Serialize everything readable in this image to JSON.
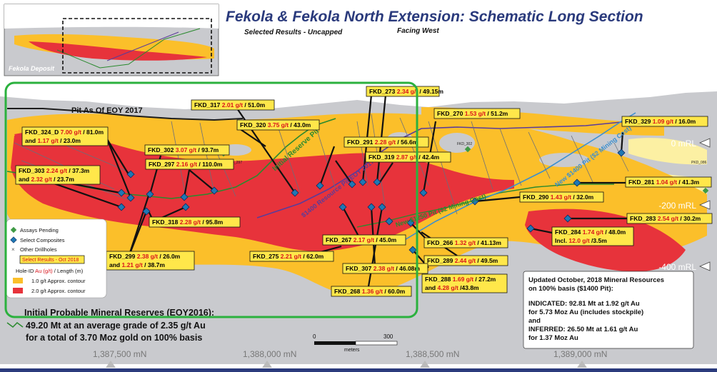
{
  "title": "Fekola & Fekola North Extension: Schematic Long Section",
  "subtitle": "Selected Results - Uncapped",
  "facing": "Facing West",
  "inset_label": "Fekola Deposit",
  "colors": {
    "sky": "#ffffff",
    "ground": "#c9cace",
    "contour_1g": "#fbbf2a",
    "contour_2g": "#e7333b",
    "pale_zone": "#fcf0a3",
    "select_composite": "#1f78b4",
    "assay_pending": "#3f9a45",
    "box_fill": "#ffe74a",
    "grade_red": "#d8141b",
    "highlight_green": "#2bb13e",
    "bottom_bar": "#2a3a7c"
  },
  "mrl_labels": [
    "0 mRL",
    "-200 mRL",
    "-400 mRL"
  ],
  "northings": [
    "1,387,500 mN",
    "1,388,000 mN",
    "1,388,500 mN",
    "1,389,000 mN"
  ],
  "scale": {
    "start": "0",
    "end": "300",
    "unit": "meters"
  },
  "pit_labels": {
    "pit_eoy": "Pit As Of EOY 2017",
    "initial_reserve_pit": "Initial Reserve Pit",
    "resource_pit": "$1400 Resource Pit EOY 2017",
    "new_1250": "New $1250 Pit ($2 Mining Cost)",
    "new_1400": "New $1400 Pit ($2 Mining Cost)"
  },
  "small_hole_labels": [
    "FKD_302",
    "FKD_297",
    "PKD_086"
  ],
  "holes": [
    {
      "id": "FKD_273 ",
      "grade": "2.34 g/t",
      "rest": " / 49.15m"
    },
    {
      "id": "FKD_317 ",
      "grade": "2.01 g/t",
      "rest": " / 51.0m"
    },
    {
      "id": "FKD_270 ",
      "grade": "1.53 g/t",
      "rest": " / 51.2m"
    },
    {
      "id": "FKD_320 ",
      "grade": "3.75 g/t",
      "rest": " / 43.0m"
    },
    {
      "id": "FKD_329 ",
      "grade": "1.09 g/t",
      "rest": " / 16.0m"
    },
    {
      "id": "FKD_324_D ",
      "grade": "7.00 g/t",
      "rest": " / 81.0m",
      "l2_pre": "and ",
      "l2_grade": "1.17 g/t",
      "l2_rest": " / 23.0m"
    },
    {
      "id": "FKD_291 ",
      "grade": "2.28 g/t",
      "rest": " / 56.6m"
    },
    {
      "id": "FKD_302 ",
      "grade": "3.07 g/t",
      "rest": " / 93.7m"
    },
    {
      "id": "FKD_319 ",
      "grade": "2.87 g/t",
      "rest": " / 42.4m"
    },
    {
      "id": "FKD_297 ",
      "grade": "2.16 g/t",
      "rest": " / 110.0m"
    },
    {
      "id": "FKD_303 ",
      "grade": "2.24 g/t",
      "rest": " / 37.3m",
      "l2_pre": "and ",
      "l2_grade": "2.32 g/t",
      "l2_rest": " / 23.7m"
    },
    {
      "id": "FKD_281 ",
      "grade": "1.04 g/t",
      "rest": " / 41.3m"
    },
    {
      "id": "FKD_290 ",
      "grade": "1.43 g/t",
      "rest": " / 32.0m"
    },
    {
      "id": "FKD_283 ",
      "grade": "2.54 g/t",
      "rest": " / 30.2m"
    },
    {
      "id": "FKD_318 ",
      "grade": "2.28 g/t",
      "rest": " / 95.8m"
    },
    {
      "id": "FKD_284 ",
      "grade": "1.74 g/t",
      "rest": " / 48.0m",
      "l2_pre": "Incl. ",
      "l2_grade": "12.0 g/t",
      "l2_rest": " /3.5m"
    },
    {
      "id": "FKD_266 ",
      "grade": "1.32 g/t",
      "rest": " / 41.13m"
    },
    {
      "id": "FKD_267 ",
      "grade": "2.17 g/t",
      "rest": " / 45.0m"
    },
    {
      "id": "FKD_299 ",
      "grade": "2.38 g/t",
      "rest": " / 26.0m",
      "l2_pre": "and ",
      "l2_grade": "1.21 g/t",
      "l2_rest": " / 38.7m"
    },
    {
      "id": "FKD_275 ",
      "grade": "2.21 g/t",
      "rest": " / 62.0m"
    },
    {
      "id": "FKD_289 ",
      "grade": "2.44 g/t",
      "rest": " / 49.5m"
    },
    {
      "id": "FKD_307 ",
      "grade": "2.38 g/t",
      "rest": " / 46.08m"
    },
    {
      "id": "FKD_288 ",
      "grade": "1.69 g/t",
      "rest": " / 27.2m",
      "l2_pre": "and ",
      "l2_grade": "4.28 g/t",
      "l2_rest": " /43.8m"
    },
    {
      "id": "FKD_268 ",
      "grade": "1.36 g/t",
      "rest": " / 60.0m"
    }
  ],
  "legend": {
    "assays_pending": "Assays Pending",
    "select_composites": "Select Composites",
    "other_drillholes": "Other Drillholes",
    "select_results": "Select Results - Oct 2018",
    "holeid_pre": "Hole-ID ",
    "holeid_au": "Au (g/t)",
    "holeid_post": " / Length (m)",
    "contour_1": "1.0 g/t Approx. contour",
    "contour_2": "2.0 g/t Approx. contour"
  },
  "reserves": {
    "title": "Initial Probable Mineral Reserves (EOY2016):",
    "line1": "49.20 Mt at an average grade of 2.35 g/t Au",
    "line2": "for a total of 3.70 Moz gold on 100% basis"
  },
  "update_box": {
    "l1": "Updated October, 2018 Mineral Resources",
    "l2": "on 100% basis ($1400 Pit):",
    "l3": "INDICATED: 92.81 Mt at 1.92 g/t Au",
    "l4": "for 5.73 Moz Au (includes stockpile)",
    "l5": "and",
    "l6": "INFERRED: 26.50 Mt at 1.61 g/t Au",
    "l7": "for 1.37 Moz Au"
  }
}
